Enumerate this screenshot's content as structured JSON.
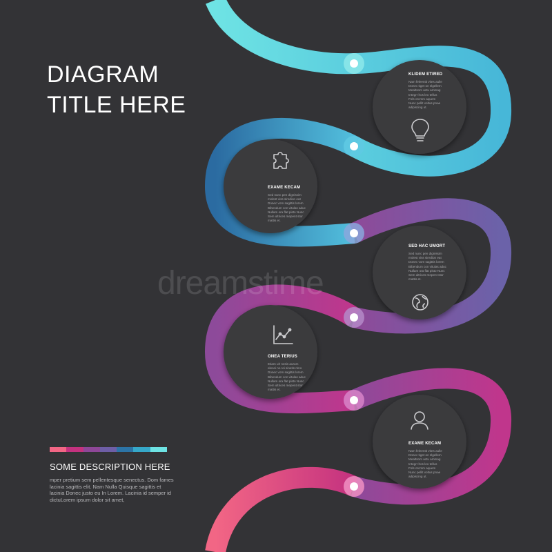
{
  "title": {
    "line1": "DIAGRAM",
    "line2": "TITLE HERE"
  },
  "description": {
    "title": "SOME DESCRIPTION HERE",
    "lines": [
      "mper pretium sem pellentesque senectus. Dom fames",
      "lacinia sagittis elit. Nam Nulla Quisque sagittis et",
      "lacinia Donec justo eu In Lorem. Lacinia id semper id",
      "dictuLorem ipsum dolor sit amet,"
    ]
  },
  "watermark": "dreamstime",
  "palette": [
    "#f26685",
    "#c4327f",
    "#8e4798",
    "#6e5ea6",
    "#2c74a6",
    "#36a8c9",
    "#6ee3e4"
  ],
  "steps": [
    {
      "title": "KLIDEM ETIRED",
      "icon": "lightbulb-icon",
      "lines": [
        "Nam feleentit vites aulle",
        "Donec tiget on slgellem",
        "Mealtsom actu ammag",
        "Integrr hos leo tellus",
        "Fols orcmm aquem",
        "Nunc pellit voltus pnae",
        "adipiscing ut."
      ]
    },
    {
      "title": "EXAME KECAM",
      "icon": "puzzle-icon",
      "lines": [
        "Sed nunc pen dignissim",
        "molest viss siredion eat",
        "Donec vom sagittis lorem",
        "Bibendum con vitulas aduc",
        "Nullam ora flat pisto Nunc",
        "Sem ultrices mepent stor",
        "mattis et."
      ]
    },
    {
      "title": "SED HAC UMORT",
      "icon": "globe-icon",
      "lines": [
        "Sed nunc pen dignissim",
        "molest viss siredion eat",
        "Donec vom sagittis lorem",
        "Bibendum con vitulas aduc",
        "Nullam ora flat pisto Nunc",
        "Sem ultrices mepent stor",
        "mattis et."
      ]
    },
    {
      "title": "ONEA TERIUS",
      "icon": "line-chart-icon",
      "lines": [
        "Etiam ulr nesis aurum",
        "elecei no rei sinetis rimo",
        "Donec vom sagittis lorem",
        "Bibendum con vitulas aduc",
        "Nullam ora flat pisto Nunc",
        "Sem ultrices mepent stor",
        "mattis et."
      ]
    },
    {
      "title": "EXAME KECAM",
      "icon": "user-icon",
      "lines": [
        "Nam feleentit vites aulle",
        "Donec tiget on slgellem",
        "Mealtsom actu ammag",
        "Integrr hos leo tellus",
        "Fols orcmm aquem",
        "Nunc pellit voltus pnae",
        "adipiscing ut."
      ]
    }
  ]
}
